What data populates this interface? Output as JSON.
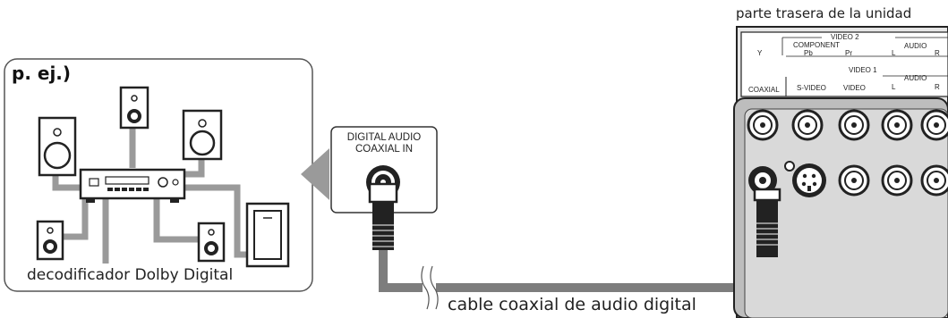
{
  "example_label": "p. ej.)",
  "decoder_label": "decodificador Dolby Digital",
  "jack_label_line1": "DIGITAL AUDIO",
  "jack_label_line2": "COAXIAL IN",
  "cable_label": "cable coaxial de audio digital",
  "rear_label": "parte trasera de la unidad",
  "panel": {
    "video2": "VIDEO 2",
    "component": "COMPONENT",
    "y": "Y",
    "pb": "Pb",
    "pr": "Pr",
    "audio": "AUDIO",
    "l": "L",
    "r": "R",
    "video1": "VIDEO 1",
    "coaxial": "COAXIAL",
    "svideo": "S-VIDEO",
    "video": "VIDEO"
  },
  "colors": {
    "gray_cable": "#8c8c8c",
    "dark": "#1a1a1a",
    "panel_gray": "#d4d4d4",
    "frame": "#555555"
  }
}
